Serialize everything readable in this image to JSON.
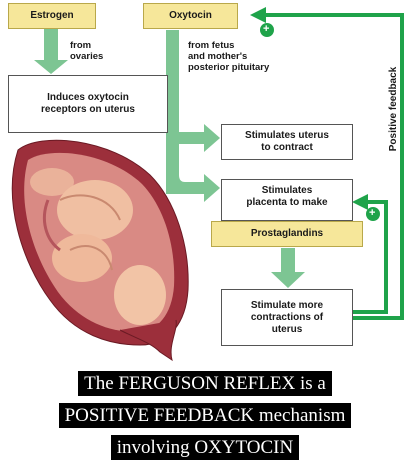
{
  "boxes": {
    "estrogen": "Estrogen",
    "oxytocin": "Oxytocin",
    "induces": "Induces oxytocin receptors on uterus",
    "stim_uterus": "Stimulates uterus to contract",
    "stim_placenta": "Stimulates placenta to make",
    "prostaglandins": "Prostaglandins",
    "stim_more": "Stimulate more contractions of uterus"
  },
  "notes": {
    "from_ovaries_1": "from",
    "from_ovaries_2": "ovaries",
    "from_fetus_1": "from fetus",
    "from_fetus_2": "and mother's",
    "from_fetus_3": "posterior pituitary"
  },
  "feedback_label": "Positive feedback",
  "plus_sign": "+",
  "caption": {
    "line1": "The FERGUSON REFLEX is a",
    "line2": "POSITIVE FEEDBACK mechanism",
    "line3": "involving OXYTOCIN"
  },
  "colors": {
    "arrow_green": "#7dc593",
    "loop_green": "#1fa34a",
    "yellow_box": "#f6e79a"
  }
}
